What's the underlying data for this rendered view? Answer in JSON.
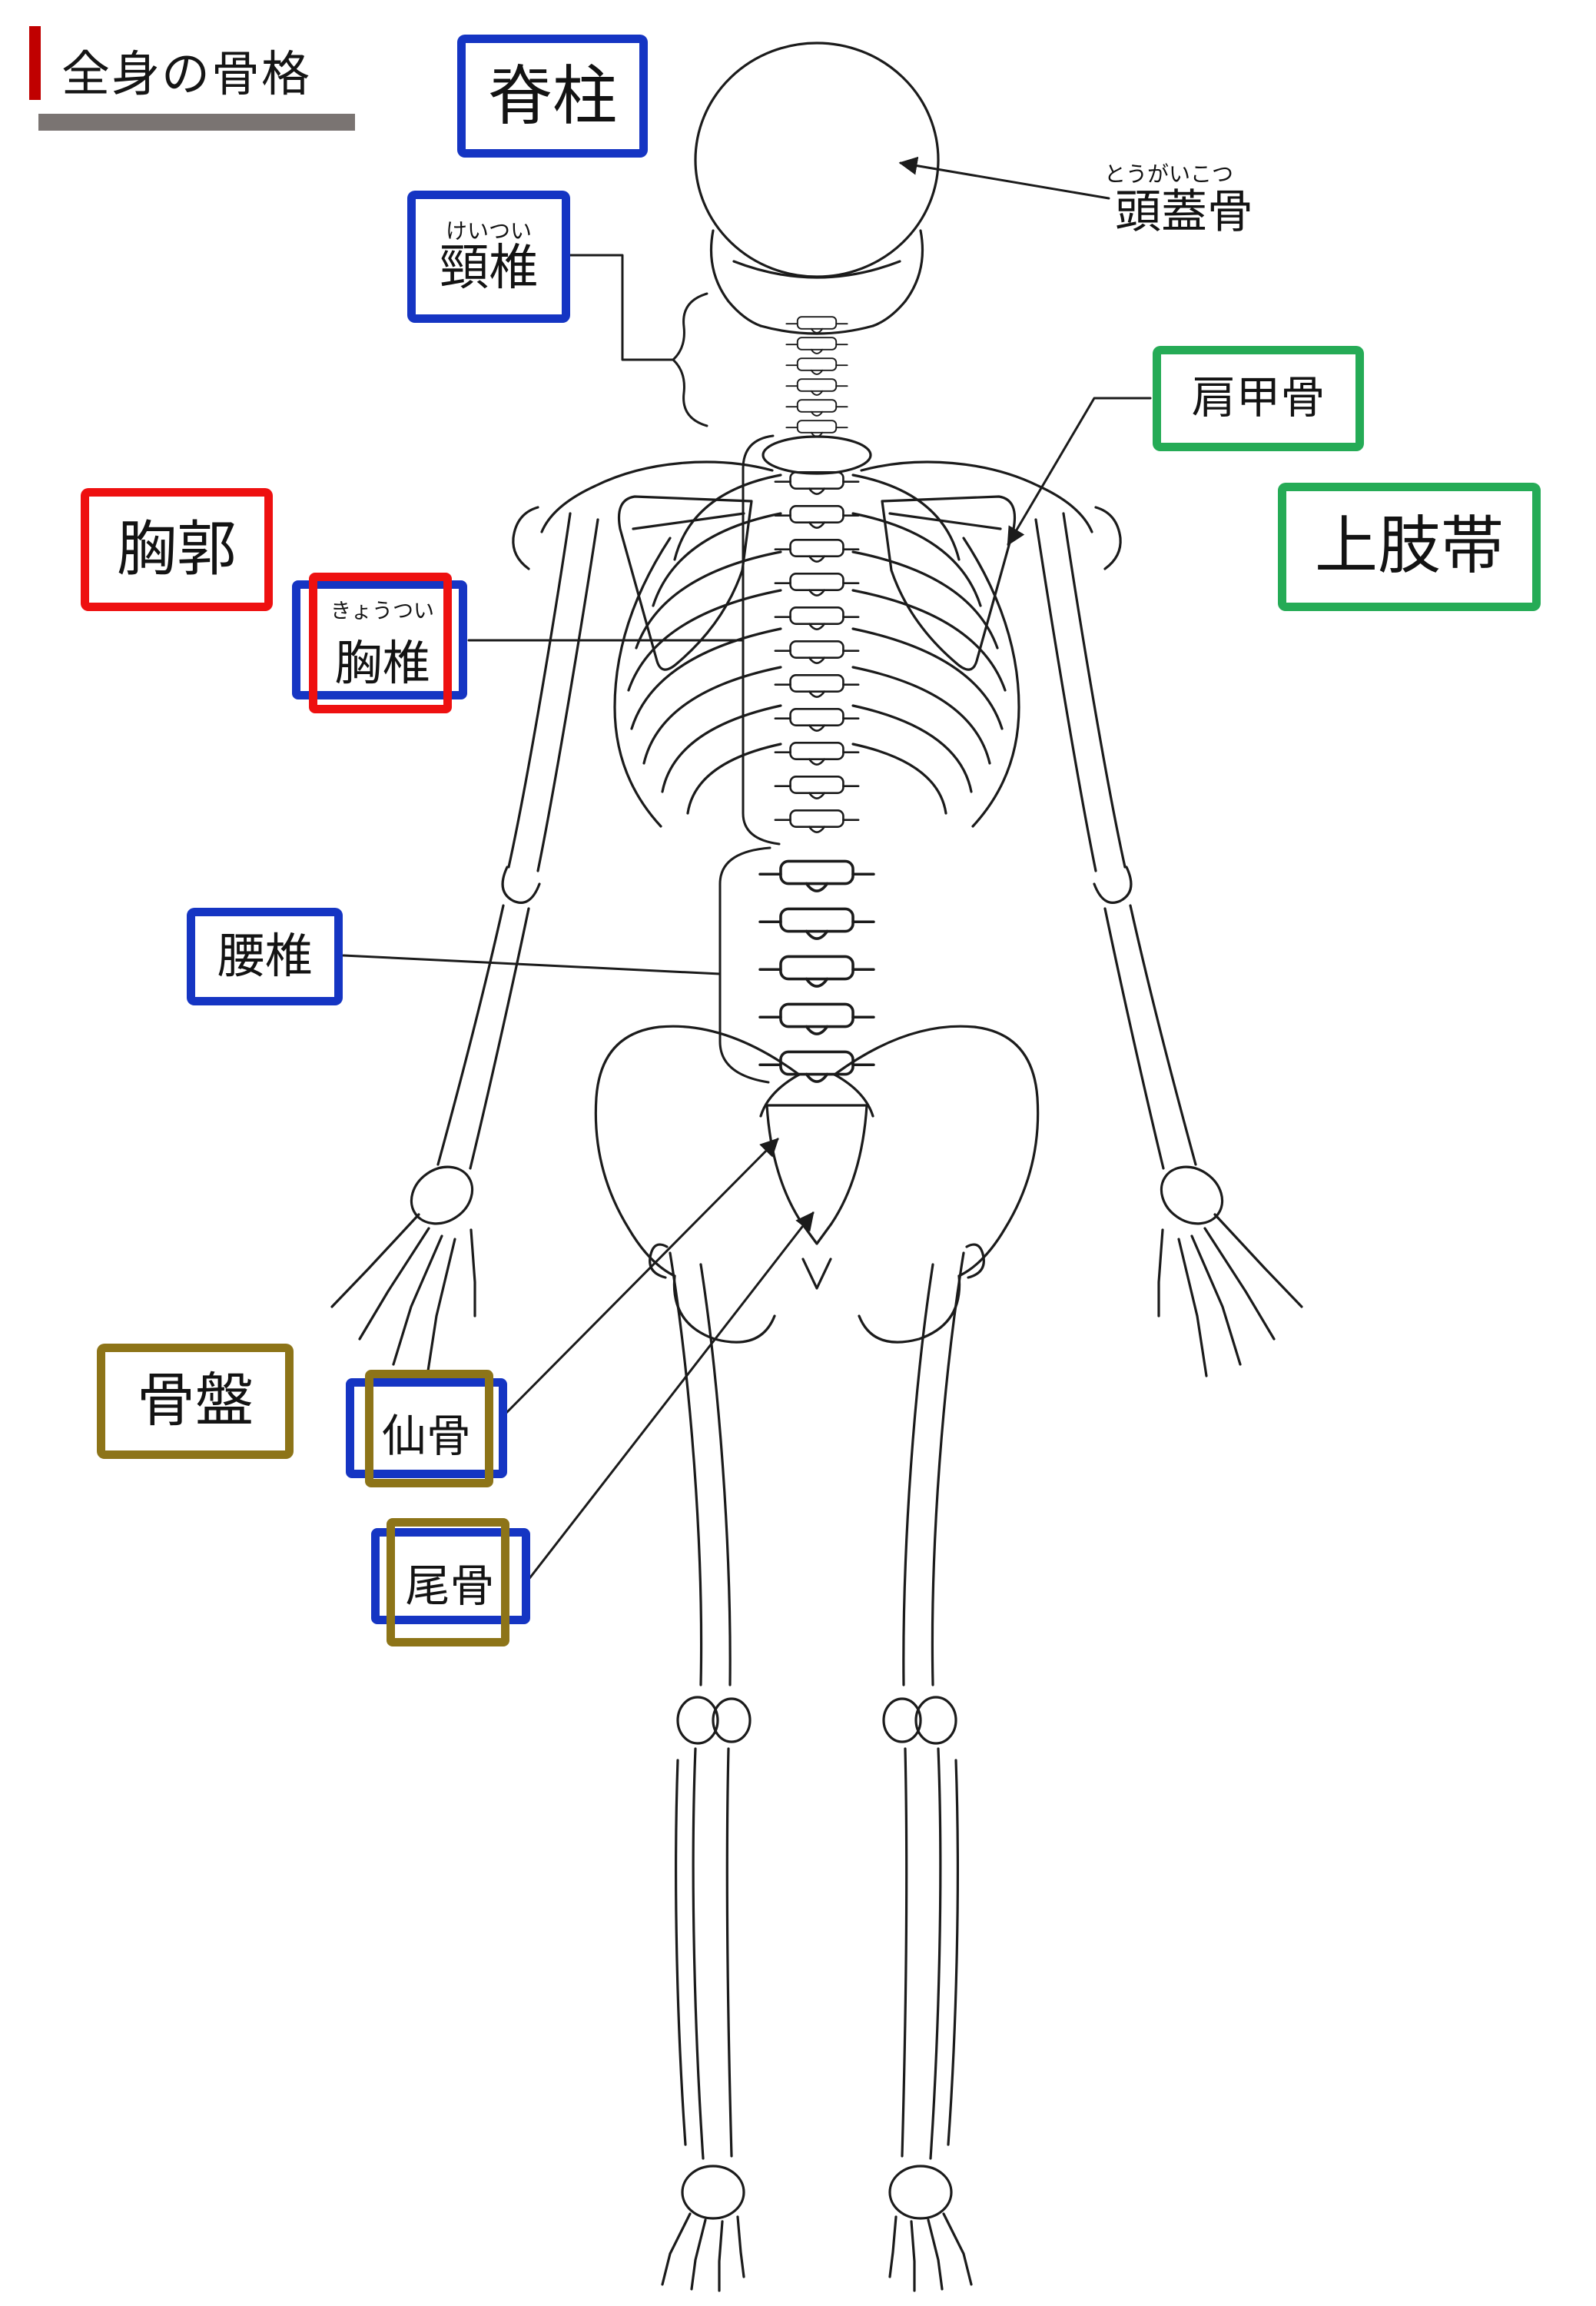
{
  "page": {
    "title": "全身の骨格"
  },
  "colors": {
    "blue": "#1535c3",
    "red": "#ee1010",
    "green": "#25ab56",
    "olive": "#8d7418",
    "title-bar": "#c00000",
    "underline": "#7a7472",
    "ink": "#1b1b1b"
  },
  "labels": {
    "spine": {
      "text": "脊柱"
    },
    "cervical": {
      "furigana": "けいつい",
      "text": "頸椎"
    },
    "skull": {
      "furigana": "とうがいこつ",
      "text": "頭蓋骨"
    },
    "scapula": {
      "text": "肩甲骨"
    },
    "upper_limb_girdle": {
      "text": "上肢帯"
    },
    "thorax": {
      "text": "胸郭"
    },
    "thoracic": {
      "furigana": "きょうつい",
      "text": "胸椎"
    },
    "lumbar": {
      "text": "腰椎"
    },
    "pelvis": {
      "text": "骨盤"
    },
    "sacrum": {
      "text": "仙骨"
    },
    "coccyx": {
      "text": "尾骨"
    }
  }
}
